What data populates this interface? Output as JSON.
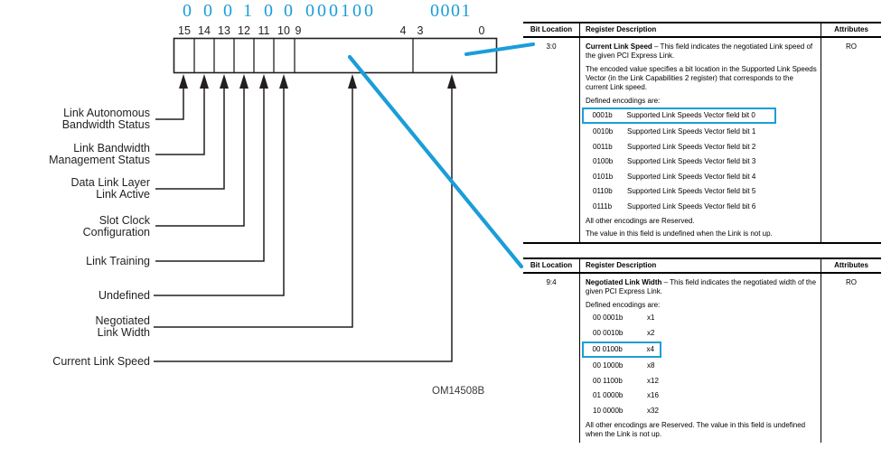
{
  "colors": {
    "accent_blue": "#1b9dd9",
    "line_black": "#231f20"
  },
  "diagram": {
    "figure_id": "OM14508B",
    "register": {
      "bit_numbers": [
        "15",
        "14",
        "13",
        "12",
        "11",
        "10",
        "9",
        "4",
        "3",
        "0"
      ],
      "bit_values_15_to_10": [
        "0",
        "0",
        "0",
        "1",
        "0",
        "0"
      ],
      "field_value_9_4": "000100",
      "field_value_3_0": "0001"
    },
    "labels": [
      {
        "lines": [
          "Link Autonomous",
          "Bandwidth Status"
        ]
      },
      {
        "lines": [
          "Link Bandwidth",
          "Management Status"
        ]
      },
      {
        "lines": [
          "Data Link Layer",
          "Link Active"
        ]
      },
      {
        "lines": [
          "Slot Clock",
          "Configuration"
        ]
      },
      {
        "lines": [
          "Link Training"
        ]
      },
      {
        "lines": [
          "Undefined"
        ]
      },
      {
        "lines": [
          "Negotiated",
          "Link Width"
        ]
      },
      {
        "lines": [
          "Current Link Speed"
        ]
      }
    ]
  },
  "tables": [
    {
      "header": {
        "bit_location": "Bit Location",
        "register_description": "Register Description",
        "attributes": "Attributes"
      },
      "bit_location": "3:0",
      "attributes": "RO",
      "term": "Current Link Speed",
      "term_rest": "– This field indicates the negotiated Link speed of the given PCI Express Link.",
      "para2": "The encoded value specifies a bit location in the Supported Link Speeds Vector (in the Link Capabilities 2 register) that corresponds to the current Link speed.",
      "defined_label": "Defined encodings are:",
      "encodings": [
        {
          "code": "0001b",
          "meaning": "Supported Link Speeds Vector field bit 0",
          "highlighted": true
        },
        {
          "code": "0010b",
          "meaning": "Supported Link Speeds Vector field bit 1",
          "highlighted": false
        },
        {
          "code": "0011b",
          "meaning": "Supported Link Speeds Vector field bit 2",
          "highlighted": false
        },
        {
          "code": "0100b",
          "meaning": "Supported Link Speeds Vector field bit 3",
          "highlighted": false
        },
        {
          "code": "0101b",
          "meaning": "Supported Link Speeds Vector field bit 4",
          "highlighted": false
        },
        {
          "code": "0110b",
          "meaning": "Supported Link Speeds Vector field bit 5",
          "highlighted": false
        },
        {
          "code": "0111b",
          "meaning": "Supported Link Speeds Vector field bit 6",
          "highlighted": false
        }
      ],
      "note1": "All other encodings are Reserved.",
      "note2": "The value in this field is undefined when the Link is not up."
    },
    {
      "header": {
        "bit_location": "Bit Location",
        "register_description": "Register Description",
        "attributes": "Attributes"
      },
      "bit_location": "9:4",
      "attributes": "RO",
      "term": "Negotiated Link Width",
      "term_rest": "– This field indicates the negotiated width of the given PCI Express Link.",
      "defined_label": "Defined encodings are:",
      "encodings": [
        {
          "code": "00 0001b",
          "meaning": "x1",
          "highlighted": false
        },
        {
          "code": "00 0010b",
          "meaning": "x2",
          "highlighted": false
        },
        {
          "code": "00 0100b",
          "meaning": "x4",
          "highlighted": true
        },
        {
          "code": "00 1000b",
          "meaning": "x8",
          "highlighted": false
        },
        {
          "code": "00 1100b",
          "meaning": "x12",
          "highlighted": false
        },
        {
          "code": "01 0000b",
          "meaning": "x16",
          "highlighted": false
        },
        {
          "code": "10 0000b",
          "meaning": "x32",
          "highlighted": false
        }
      ],
      "note1": "All other encodings are Reserved.  The value in this field is undefined when the Link is not up."
    }
  ]
}
